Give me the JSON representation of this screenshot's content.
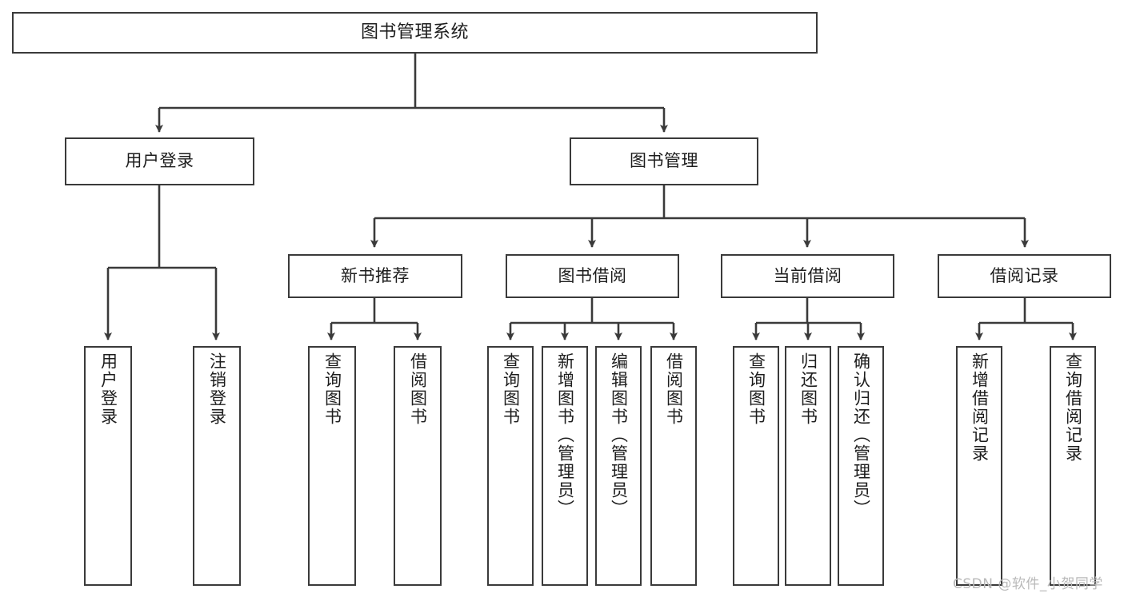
{
  "diagram": {
    "title": "图书管理系统",
    "watermark": "CSDN @软件_小贺同学",
    "colors": {
      "stroke": "#3a3a3a",
      "box_fill": "#ffffff",
      "text": "#1d1d1d",
      "watermark": "#b9b9b9",
      "background": "#ffffff"
    },
    "root": {
      "id": "root",
      "label": "图书管理系统",
      "orientation": "horizontal"
    },
    "level1": [
      {
        "id": "user-login",
        "label": "用户登录",
        "orientation": "horizontal"
      },
      {
        "id": "book-manage",
        "label": "图书管理",
        "orientation": "horizontal"
      }
    ],
    "level2": [
      {
        "id": "new-book-recommend",
        "label": "新书推荐",
        "orientation": "horizontal",
        "parent": "book-manage"
      },
      {
        "id": "book-borrow",
        "label": "图书借阅",
        "orientation": "horizontal",
        "parent": "book-manage"
      },
      {
        "id": "current-borrow",
        "label": "当前借阅",
        "orientation": "horizontal",
        "parent": "book-manage"
      },
      {
        "id": "borrow-record",
        "label": "借阅记录",
        "orientation": "horizontal",
        "parent": "book-manage"
      }
    ],
    "leaves": [
      {
        "id": "leaf-user-login",
        "label": "用户登录",
        "parent": "user-login",
        "orientation": "vertical"
      },
      {
        "id": "leaf-user-logout",
        "label": "注销登录",
        "parent": "user-login",
        "orientation": "vertical"
      },
      {
        "id": "leaf-query-book-1",
        "label": "查询图书",
        "parent": "new-book-recommend",
        "orientation": "vertical"
      },
      {
        "id": "leaf-borrow-book-1",
        "label": "借阅图书",
        "parent": "new-book-recommend",
        "orientation": "vertical"
      },
      {
        "id": "leaf-query-book-2",
        "label": "查询图书",
        "parent": "book-borrow",
        "orientation": "vertical"
      },
      {
        "id": "leaf-add-book",
        "label": "新增图书（管理员）",
        "parent": "book-borrow",
        "orientation": "vertical"
      },
      {
        "id": "leaf-edit-book",
        "label": "编辑图书（管理员）",
        "parent": "book-borrow",
        "orientation": "vertical"
      },
      {
        "id": "leaf-borrow-book-2",
        "label": "借阅图书",
        "parent": "book-borrow",
        "orientation": "vertical"
      },
      {
        "id": "leaf-query-book-3",
        "label": "查询图书",
        "parent": "current-borrow",
        "orientation": "vertical"
      },
      {
        "id": "leaf-return-book",
        "label": "归还图书",
        "parent": "current-borrow",
        "orientation": "vertical"
      },
      {
        "id": "leaf-confirm-return",
        "label": "确认归还（管理员）",
        "parent": "current-borrow",
        "orientation": "vertical"
      },
      {
        "id": "leaf-add-record",
        "label": "新增借阅记录",
        "parent": "borrow-record",
        "orientation": "vertical"
      },
      {
        "id": "leaf-query-record",
        "label": "查询借阅记录",
        "parent": "borrow-record",
        "orientation": "vertical"
      }
    ]
  }
}
